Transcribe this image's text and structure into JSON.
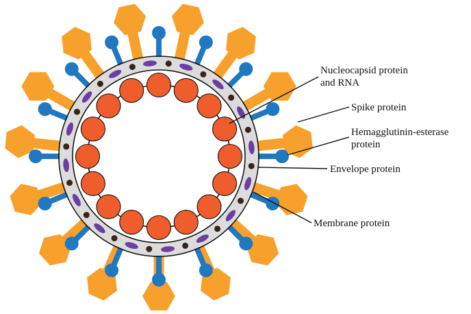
{
  "labels": {
    "nucleocapsid": [
      "Nucleocapsid protein",
      "and RNA"
    ],
    "spike": [
      "Spike protein"
    ],
    "hemagglutinin": [
      "Hemagglutinin-esterase",
      "protein"
    ],
    "envelope": [
      "Envelope protein"
    ],
    "membrane": [
      "Membrane protein"
    ]
  },
  "colors": {
    "spike": "#f7a12c",
    "hemagglutinin": "#1f78c0",
    "membrane": "#6b3fa0",
    "envelope": "#3a2418",
    "nucleocapsid": "#ef5d2d",
    "membrane_band": "#dcdcdc",
    "outline": "#111111"
  },
  "counts": {
    "spike_proteins": 15,
    "hemagglutinin_proteins": 16,
    "membrane_proteins": 16,
    "envelope_proteins": 16,
    "nucleocapsid_beads": 16
  }
}
